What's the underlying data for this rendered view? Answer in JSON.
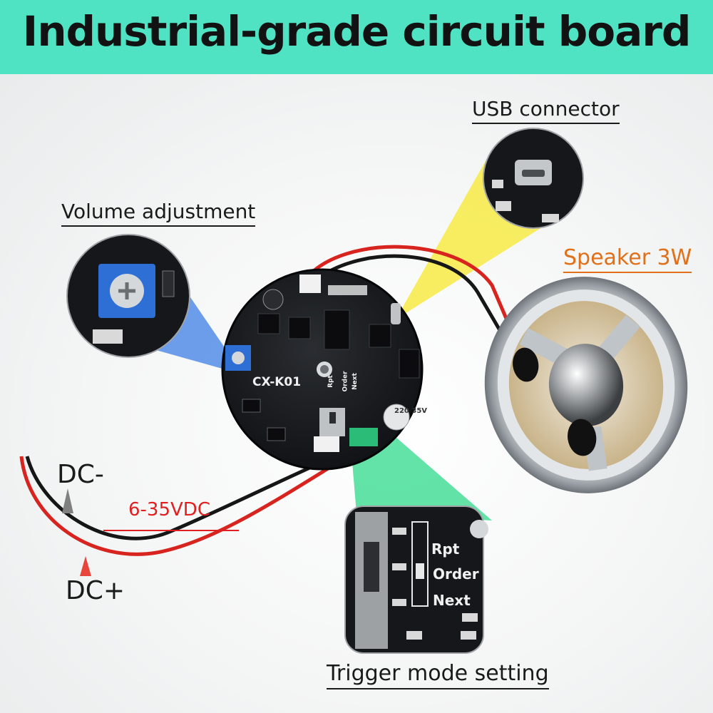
{
  "banner": {
    "title": "Industrial-grade circuit board",
    "color": "#4fe3c4"
  },
  "callouts": {
    "usb": "USB connector",
    "volume": "Volume adjustment",
    "speaker": "Speaker 3W",
    "trigger": "Trigger mode setting"
  },
  "power": {
    "dc_minus": "DC-",
    "dc_plus": "DC+",
    "voltage": "6-35VDC"
  },
  "board": {
    "model": "CX-K01",
    "modes": [
      "Rpt",
      "Order",
      "Next"
    ],
    "capacitor": "220 35V"
  },
  "colors": {
    "usb_highlight": "#f7ea3a",
    "volume_highlight": "#3d7fe6",
    "trigger_highlight": "#2fd98a",
    "speaker_label": "#e0701a",
    "voltage_label": "#e02020"
  }
}
